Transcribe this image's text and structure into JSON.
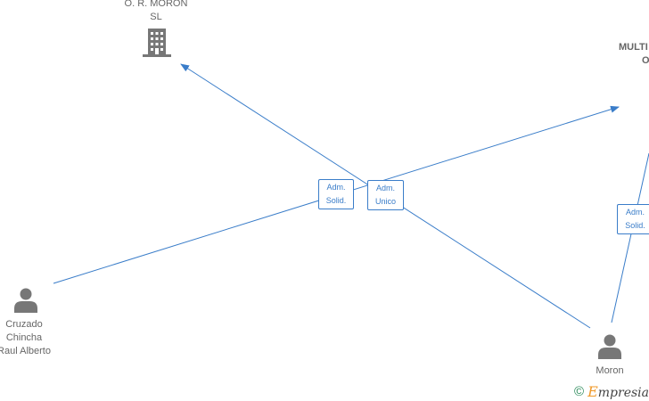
{
  "colors": {
    "edge": "#3a7dc9",
    "node": "#777777",
    "label": "#666666",
    "brand_accent": "#f09a2a"
  },
  "nodes": {
    "company_moron": {
      "type": "company",
      "icon": "building-icon",
      "lines": [
        "O. R. MORON",
        "SL"
      ]
    },
    "company_multi": {
      "type": "company",
      "icon": "building-icon",
      "lines": [
        "MULTI",
        "O"
      ]
    },
    "person_cruzado": {
      "type": "person",
      "icon": "person-icon",
      "lines": [
        "Cruzado",
        "Chincha",
        "Raul Alberto"
      ]
    },
    "person_moron": {
      "type": "person",
      "icon": "person-icon",
      "lines": [
        "Moron"
      ]
    }
  },
  "edges": [
    {
      "from": "person_cruzado",
      "to": "company_multi",
      "label": [
        "Adm.",
        "Solid."
      ]
    },
    {
      "from": "person_moron",
      "to": "company_moron",
      "label": [
        "Adm.",
        "Unico"
      ]
    },
    {
      "from": "person_moron",
      "to": "company_multi",
      "label": [
        "Adm.",
        "Solid."
      ]
    }
  ],
  "watermark": {
    "symbol": "©",
    "brand_initial": "E",
    "brand_rest": "mpresia"
  }
}
